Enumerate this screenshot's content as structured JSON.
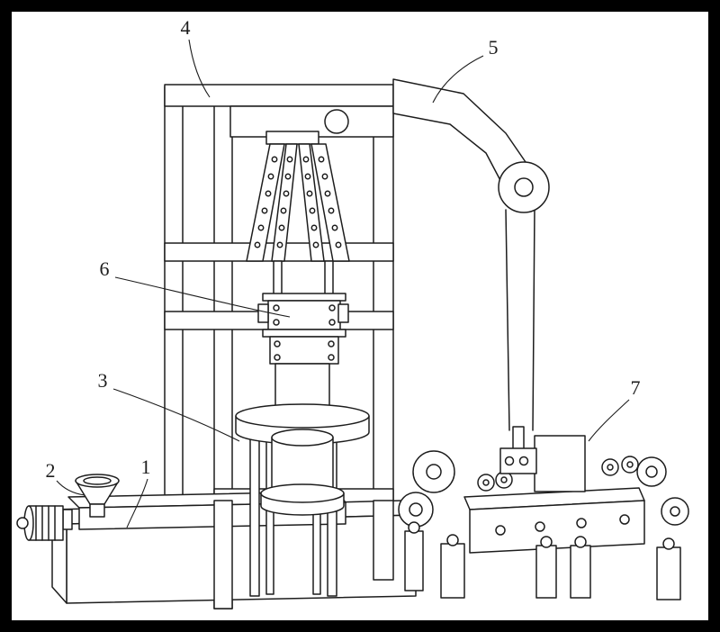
{
  "figure": {
    "type": "patent-style-line-drawing",
    "callouts": {
      "c1": {
        "label": "1",
        "part": "extruder-base"
      },
      "c2": {
        "label": "2",
        "part": "feed-hopper"
      },
      "c3": {
        "label": "3",
        "part": "mold-cylinder"
      },
      "c4": {
        "label": "4",
        "part": "support-frame"
      },
      "c5": {
        "label": "5",
        "part": "belt-arm"
      },
      "c6": {
        "label": "6",
        "part": "press-unit"
      },
      "c7": {
        "label": "7",
        "part": "conveyor-unit"
      }
    }
  },
  "style": {
    "border": "#000000",
    "canvas": "#ffffff",
    "line": "#1d1d1d"
  }
}
